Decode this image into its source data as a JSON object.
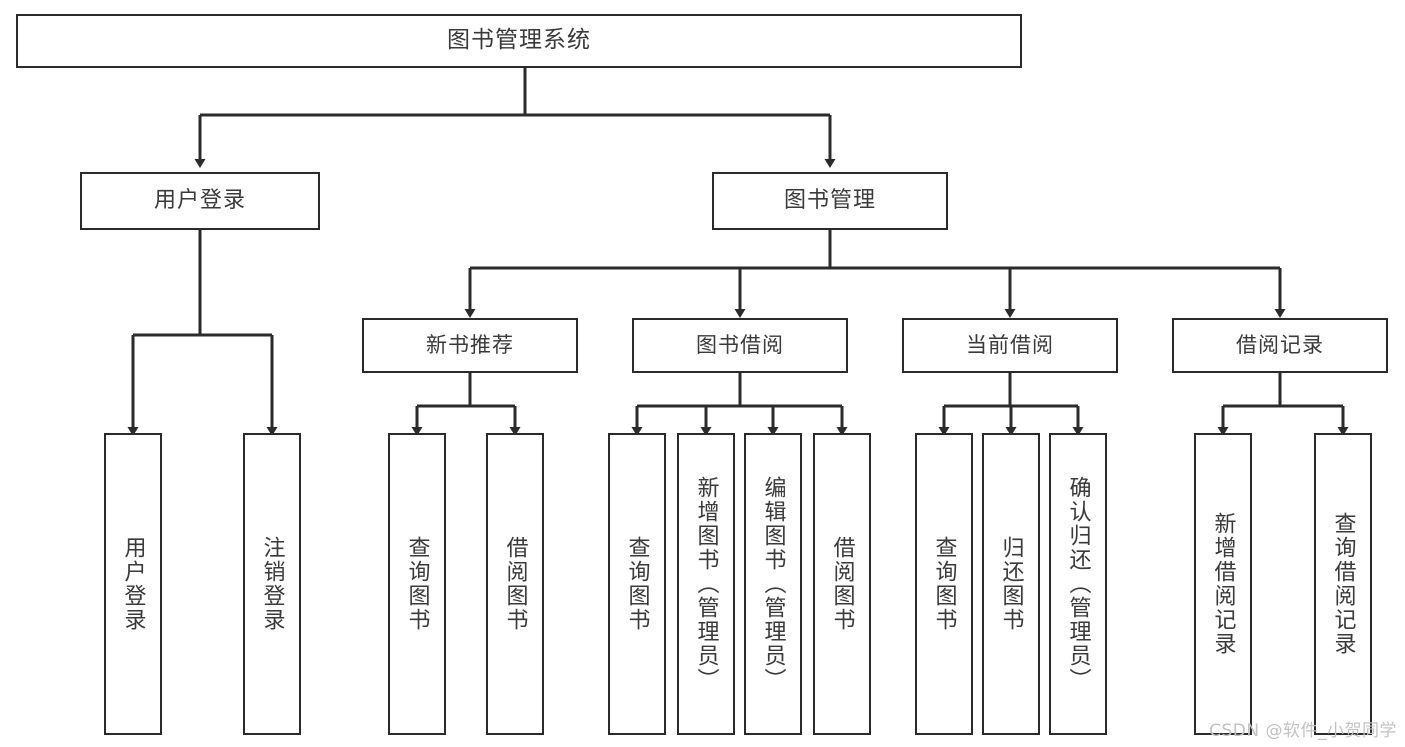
{
  "diagram": {
    "title": "图书管理系统",
    "type": "tree-hierarchy-diagram",
    "watermark": "CSDN @软件_小贺同学",
    "colors": {
      "box_border": "#2b2b2b",
      "box_fill": "#ffffff",
      "text": "#3a3a3a",
      "edge": "#2b2b2b",
      "watermark": "#c2c2c2",
      "background": "#ffffff"
    },
    "root": {
      "id": "root",
      "label": "图书管理系统"
    },
    "level2": [
      {
        "id": "user-login",
        "label": "用户登录"
      },
      {
        "id": "book-management",
        "label": "图书管理"
      }
    ],
    "level3": [
      {
        "id": "new-book-recommend",
        "label": "新书推荐",
        "parent": "book-management"
      },
      {
        "id": "book-borrow",
        "label": "图书借阅",
        "parent": "book-management"
      },
      {
        "id": "current-borrow",
        "label": "当前借阅",
        "parent": "book-management"
      },
      {
        "id": "borrow-record",
        "label": "借阅记录",
        "parent": "book-management"
      }
    ],
    "leaves": {
      "user-login": [
        {
          "id": "leaf-user-login",
          "label": "用户登录"
        },
        {
          "id": "leaf-user-logout",
          "label": "注销登录"
        }
      ],
      "new-book-recommend": [
        {
          "id": "leaf-query-book-1",
          "label": "查询图书"
        },
        {
          "id": "leaf-borrow-book-1",
          "label": "借阅图书"
        }
      ],
      "book-borrow": [
        {
          "id": "leaf-query-book-2",
          "label": "查询图书"
        },
        {
          "id": "leaf-add-book",
          "label": "新增图书（管理员）"
        },
        {
          "id": "leaf-edit-book",
          "label": "编辑图书（管理员）"
        },
        {
          "id": "leaf-borrow-book-2",
          "label": "借阅图书"
        }
      ],
      "current-borrow": [
        {
          "id": "leaf-query-book-3",
          "label": "查询图书"
        },
        {
          "id": "leaf-return-book",
          "label": "归还图书"
        },
        {
          "id": "leaf-confirm-return",
          "label": "确认归还（管理员）"
        }
      ],
      "borrow-record": [
        {
          "id": "leaf-add-record",
          "label": "新增借阅记录"
        },
        {
          "id": "leaf-query-record",
          "label": "查询借阅记录"
        }
      ]
    }
  }
}
